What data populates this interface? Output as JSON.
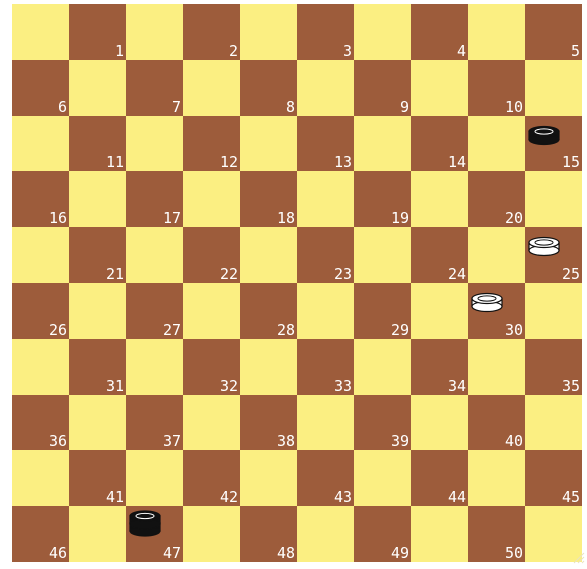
{
  "board": {
    "size": 10,
    "colors": {
      "light": "#fbef82",
      "dark": "#9d5c3b",
      "number": "#ffffff"
    },
    "square_numbers": [
      "1",
      "2",
      "3",
      "4",
      "5",
      "6",
      "7",
      "8",
      "9",
      "10",
      "11",
      "12",
      "13",
      "14",
      "15",
      "16",
      "17",
      "18",
      "19",
      "20",
      "21",
      "22",
      "23",
      "24",
      "25",
      "26",
      "27",
      "28",
      "29",
      "30",
      "31",
      "32",
      "33",
      "34",
      "35",
      "36",
      "37",
      "38",
      "39",
      "40",
      "41",
      "42",
      "43",
      "44",
      "45",
      "46",
      "47",
      "48",
      "49",
      "50"
    ]
  },
  "pieces": [
    {
      "square": 15,
      "color": "black",
      "type": "man"
    },
    {
      "square": 25,
      "color": "white",
      "type": "man"
    },
    {
      "square": 30,
      "color": "white",
      "type": "man"
    },
    {
      "square": 47,
      "color": "black",
      "type": "king"
    }
  ],
  "icons": {
    "resize_grip": "resize-grip-icon"
  }
}
